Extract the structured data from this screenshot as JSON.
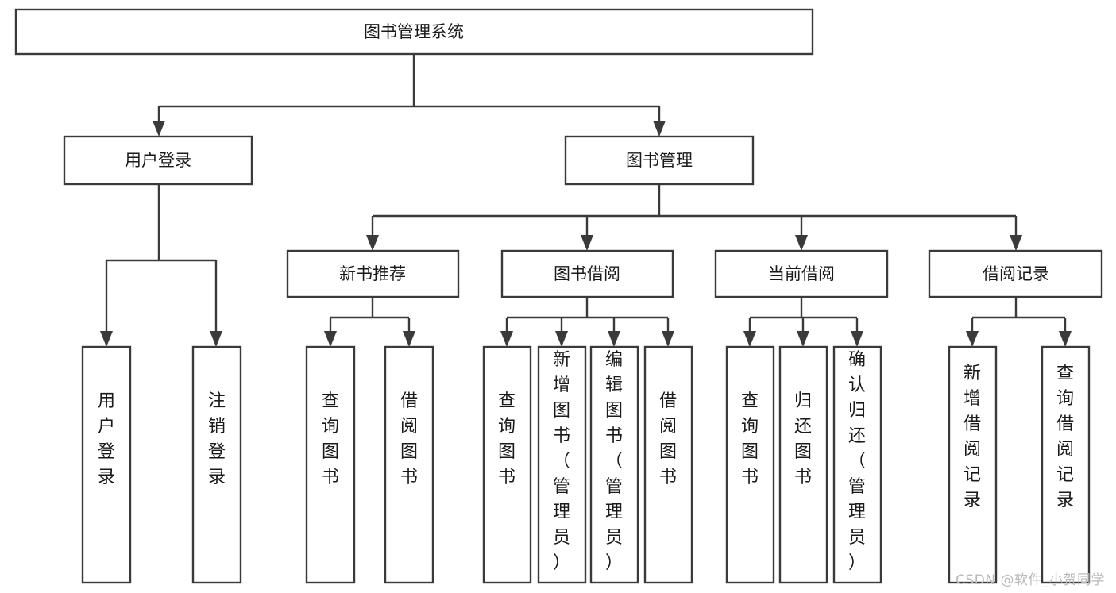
{
  "diagram": {
    "type": "tree",
    "title": "图书管理系统",
    "watermark": "CSDN @软件_小贺同学",
    "colors": {
      "stroke": "#3a3a3a",
      "fill": "#ffffff",
      "text": "#1a1a1a",
      "watermark": "#b9b9b9"
    },
    "root": {
      "label": "图书管理系统"
    },
    "level2": [
      {
        "label": "用户登录"
      },
      {
        "label": "图书管理"
      }
    ],
    "level3": [
      {
        "label": "新书推荐"
      },
      {
        "label": "图书借阅"
      },
      {
        "label": "当前借阅"
      },
      {
        "label": "借阅记录"
      }
    ],
    "leaves": {
      "user_login": [
        {
          "label": "用户登录"
        },
        {
          "label": "注销登录"
        }
      ],
      "new_book": [
        {
          "label": "查询图书"
        },
        {
          "label": "借阅图书"
        }
      ],
      "book_borrow": [
        {
          "label": "查询图书"
        },
        {
          "label": "新增图书（管理员）"
        },
        {
          "label": "编辑图书（管理员）"
        },
        {
          "label": "借阅图书"
        }
      ],
      "current_borrow": [
        {
          "label": "查询图书"
        },
        {
          "label": "归还图书"
        },
        {
          "label": "确认归还（管理员）"
        }
      ],
      "borrow_record": [
        {
          "label": "新增借阅记录"
        },
        {
          "label": "查询借阅记录"
        }
      ]
    }
  }
}
